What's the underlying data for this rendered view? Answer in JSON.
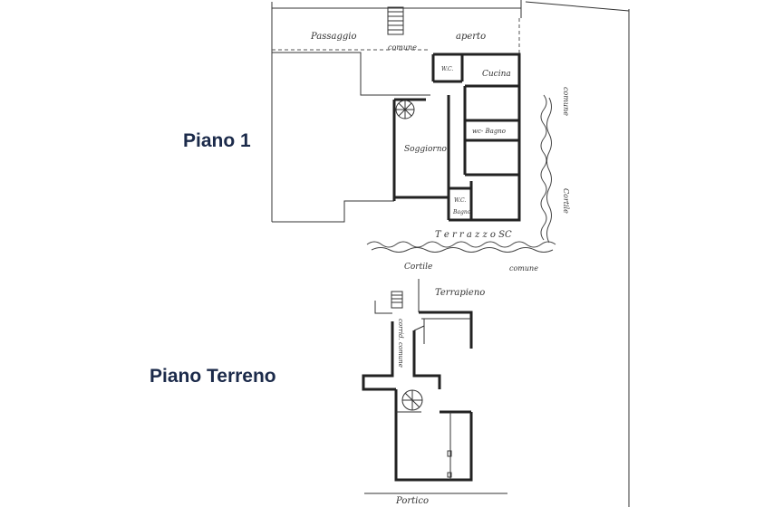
{
  "floors": {
    "first": {
      "title": "Piano 1"
    },
    "ground": {
      "title": "Piano Terreno"
    }
  },
  "labels": {
    "passaggio": "Passaggio",
    "comune_top": "comune",
    "aperto": "aperto",
    "wc_top": "W.C.",
    "cucina": "Cucina",
    "bagno_mid": "wc- Bagno",
    "soggiorno": "Soggiorno",
    "wc_bottom": "W.C.",
    "bagno_bottom": "Bagno",
    "comune_right": "comune",
    "cortile_right": "Cortile",
    "terrazzo": "T e r r a z z o SC",
    "cortile_bottom": "Cortile",
    "comune_bottom": "comune",
    "terrapieno": "Terrapieno",
    "corridoio": "corrid. comune",
    "portico": "Portico"
  },
  "colors": {
    "title": "#1b2a4a",
    "ink": "#222222",
    "background": "#ffffff"
  }
}
